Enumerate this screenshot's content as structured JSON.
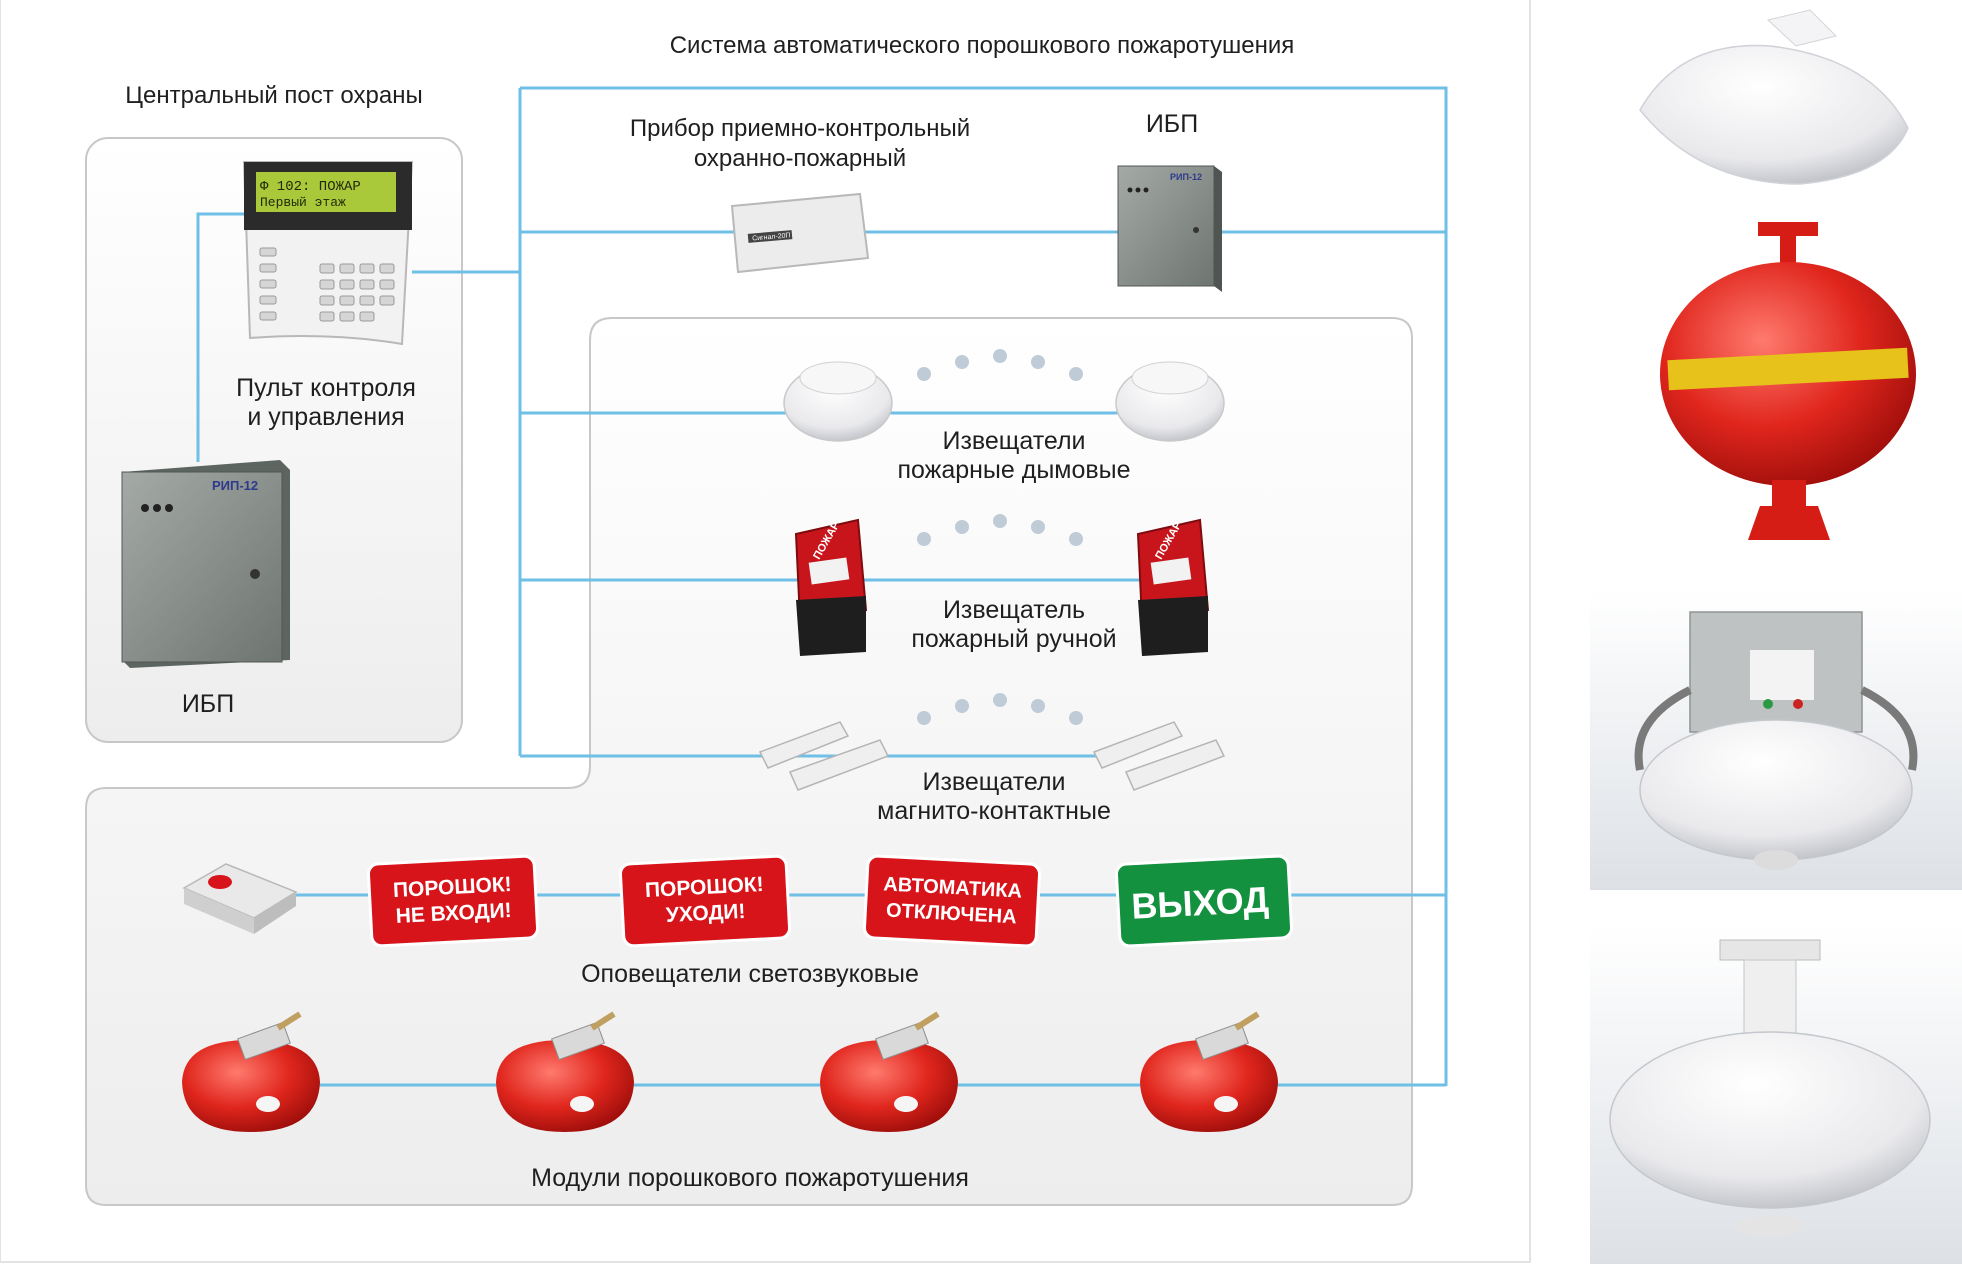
{
  "title": "Система автоматического порошкового пожаротушения",
  "central_post": {
    "label": "Центральный пост охраны",
    "keypad": {
      "lcd_line1": "Ф  102: ПОЖАР",
      "lcd_line2": "Первый  этаж",
      "label_line1": "Пульт контроля",
      "label_line2": "и управления"
    },
    "ups": {
      "device_text": "РИП-12",
      "label": "ИБП"
    }
  },
  "control_panel": {
    "label_line1": "Прибор приемно-контрольный",
    "label_line2": "охранно-пожарный",
    "device_text": "Сигнал-20П"
  },
  "ups_top": {
    "label": "ИБП",
    "device_text": "РИП-12"
  },
  "detectors": [
    {
      "line1": "Извещатели",
      "line2": "пожарные дымовые"
    },
    {
      "line1": "Извещатель",
      "line2": "пожарный ручной",
      "device_text": "ПОЖАР"
    },
    {
      "line1": "Извещатели",
      "line2": "магнито-контактные"
    }
  ],
  "alarms": {
    "label": "Оповещатели светозвуковые",
    "signs": [
      {
        "line1": "ПОРОШОК!",
        "line2": "НЕ ВХОДИ!",
        "color": "#d8141b"
      },
      {
        "line1": "ПОРОШОК!",
        "line2": "УХОДИ!",
        "color": "#d8141b"
      },
      {
        "line1": "АВТОМАТИКА",
        "line2": "ОТКЛЮЧЕНА",
        "color": "#d8141b"
      },
      {
        "line1": "ВЫХОД",
        "line2": "",
        "color": "#13913f"
      }
    ]
  },
  "modules": {
    "label": "Модули порошкового пожаротушения"
  },
  "colors": {
    "wire": "#6fbfe6",
    "panel_border": "#c8c8c8",
    "red": "#d8141b",
    "green": "#13913f"
  }
}
